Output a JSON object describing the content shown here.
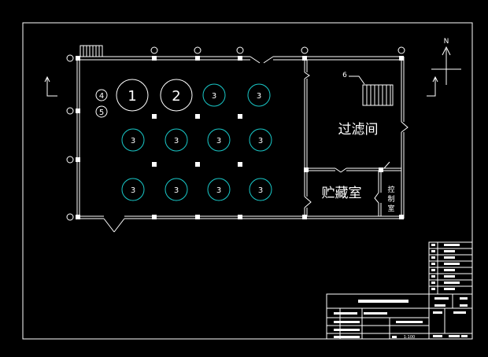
{
  "colors": {
    "background": "#000000",
    "line": "#ffffff",
    "tank_cyan": "#19c8c8"
  },
  "plan": {
    "tanks_large": [
      {
        "label": "1"
      },
      {
        "label": "2"
      }
    ],
    "tank_small_label": "3",
    "legend_markers": [
      {
        "label": "4"
      },
      {
        "label": "5"
      }
    ],
    "stair_label": "6",
    "rooms": {
      "filter": "过滤间",
      "storage": "贮藏室",
      "control": [
        "控",
        "制",
        "室"
      ]
    }
  },
  "north_arrow": {
    "label": "N"
  },
  "title_block": {
    "scale_text": "1:100"
  }
}
